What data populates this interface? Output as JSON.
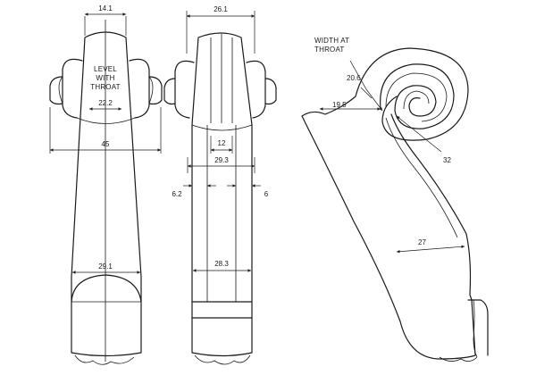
{
  "labels": {
    "level_with_throat": [
      "LEVEL",
      "WITH",
      "THROAT"
    ],
    "width_at_throat": [
      "WIDTH AT",
      "THROAT"
    ]
  },
  "dimensions": {
    "front_top_width": "14.1",
    "front_throat_width": "22.2",
    "front_peg_width": "45",
    "front_lower_width": "29.1",
    "back_top_width": "26.1",
    "back_slot": "12",
    "back_width": "29.3",
    "back_left_wall": "6.2",
    "back_right_wall": "6",
    "back_lower_width": "28.3",
    "side_throat": "20.6",
    "side_width": "19.5",
    "side_eye": "32",
    "side_neck": "27"
  }
}
